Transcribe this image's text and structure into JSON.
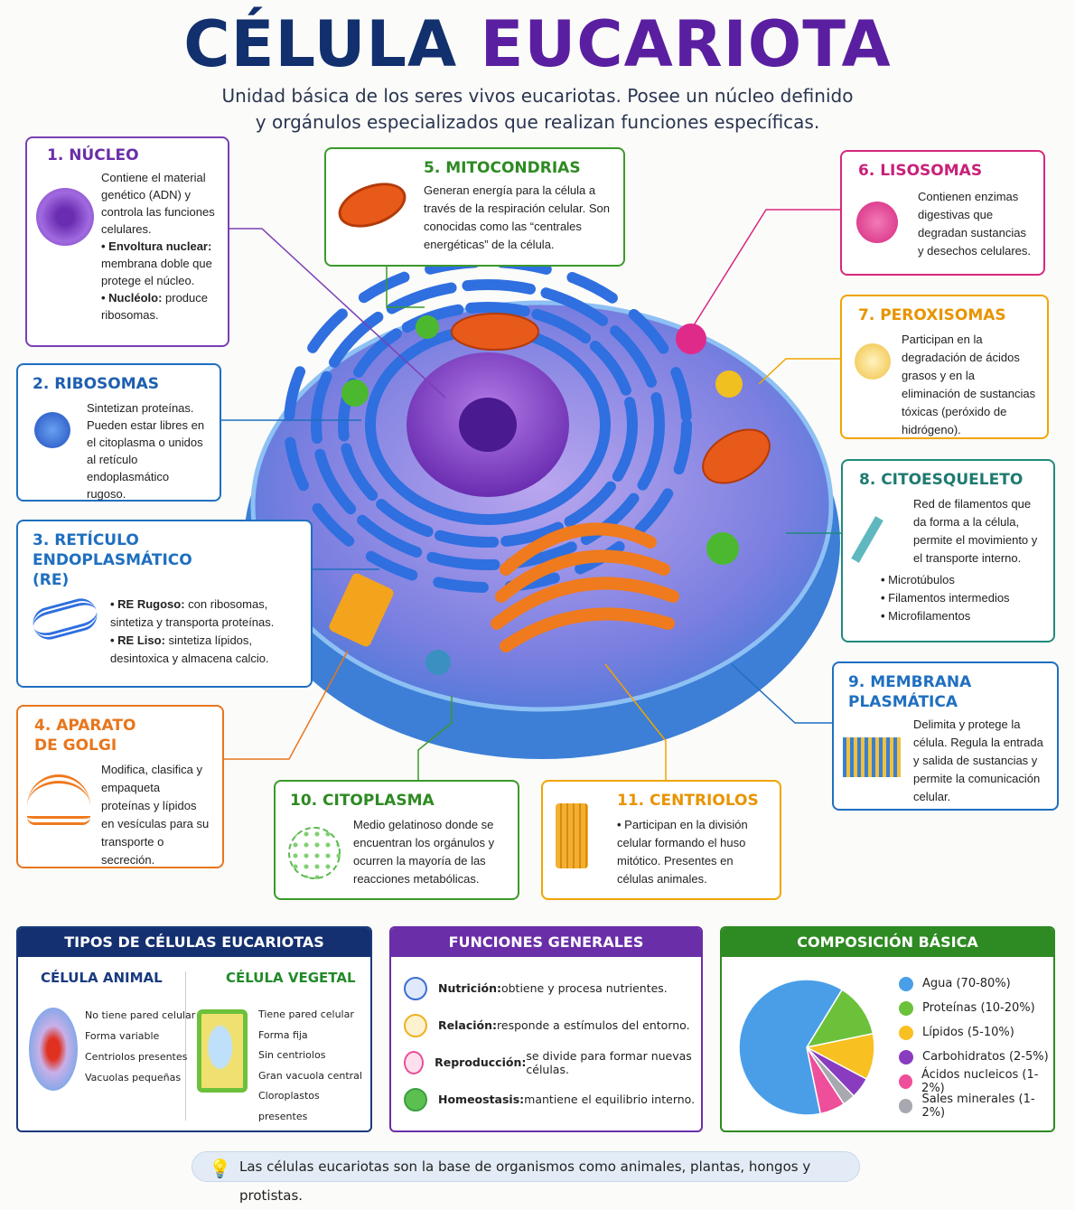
{
  "title": {
    "part1": "CÉLULA",
    "part2": "EUCARIOTA"
  },
  "subtitle": {
    "line1": "Unidad básica de los seres vivos eucariotas. Posee un núcleo definido",
    "line2": "y orgánulos especializados que realizan funciones específicas."
  },
  "organelles": {
    "nucleo": {
      "title": "1. NÚCLEO",
      "text": "Contiene el material genético (ADN) y controla las funciones celulares.",
      "bullets": [
        {
          "b": "Envoltura nuclear:",
          "t": " membrana doble que protege el núcleo."
        },
        {
          "b": "Nucléolo:",
          "t": " produce ribosomas."
        }
      ]
    },
    "ribosomas": {
      "title": "2. RIBOSOMAS",
      "text": "Sintetizan proteínas. Pueden estar libres en el citoplasma o unidos al retículo endoplasmático rugoso."
    },
    "re": {
      "title": "3. RETÍCULO ENDOPLASMÁTICO (RE)",
      "bullets": [
        {
          "b": "RE Rugoso:",
          "t": " con ribosomas, sintetiza y transporta proteínas."
        },
        {
          "b": "RE Liso:",
          "t": " sintetiza lípidos, desintoxica y almacena calcio."
        }
      ]
    },
    "golgi": {
      "title": "4. APARATO DE GOLGI",
      "text": "Modifica, clasifica y empaqueta proteínas y lípidos en vesículas para su transporte o secreción."
    },
    "mitocondrias": {
      "title": "5. MITOCONDRIAS",
      "text": "Generan energía para la célula a través de la respiración celular. Son conocidas como las “centrales energéticas” de la célula."
    },
    "lisosomas": {
      "title": "6. LISOSOMAS",
      "text": "Contienen enzimas digestivas que degradan sustancias y desechos celulares."
    },
    "peroxisomas": {
      "title": "7. PEROXISOMAS",
      "text": "Participan en la degradación de ácidos grasos y en la eliminación de sustancias tóxicas (peróxido de hidrógeno)."
    },
    "citoesqueleto": {
      "title": "8. CITOESQUELETO",
      "text": "Red de filamentos que da forma a la célula, permite el movimiento y el transporte interno.",
      "bullets": [
        "Microtúbulos",
        "Filamentos intermedios",
        "Microfilamentos"
      ]
    },
    "membrana": {
      "title": "9. MEMBRANA PLASMÁTICA",
      "text": "Delimita y protege la célula. Regula la entrada y salida de sustancias y permite la comunicación celular."
    },
    "citoplasma": {
      "title": "10. CITOPLASMA",
      "text": "Medio gelatinoso donde se encuentran los orgánulos y ocurren la mayoría de las reacciones metabólicas."
    },
    "centriolos": {
      "title": "11. CENTRIOLOS",
      "text": "Participan en la división celular formando el huso mitótico. Presentes en células animales."
    }
  },
  "tipos": {
    "header": "TIPOS DE CÉLULAS EUCARIOTAS",
    "animal": {
      "title": "CÉLULA ANIMAL",
      "items": [
        "No tiene pared celular",
        "Forma variable",
        "Centriolos presentes",
        "Vacuolas pequeñas"
      ]
    },
    "vegetal": {
      "title": "CÉLULA VEGETAL",
      "items": [
        "Tiene pared celular",
        "Forma fija",
        "Sin centriolos",
        "Gran vacuola central",
        "Cloroplastos presentes"
      ]
    }
  },
  "funciones": {
    "header": "FUNCIONES GENERALES",
    "items": [
      {
        "b": "Nutrición:",
        "t": " obtiene y procesa nutrientes.",
        "color": "#3b6fd0"
      },
      {
        "b": "Relación:",
        "t": " responde a estímulos del entorno.",
        "color": "#f0b020"
      },
      {
        "b": "Reproducción:",
        "t": " se divide para formar nuevas células.",
        "color": "#e8509a"
      },
      {
        "b": "Homeostasis:",
        "t": " mantiene el equilibrio interno.",
        "color": "#3aa040"
      }
    ]
  },
  "chart_data": {
    "type": "pie",
    "title": "COMPOSICIÓN BÁSICA",
    "labels": [
      "Agua (70-80%)",
      "Proteínas (10-20%)",
      "Lípidos (5-10%)",
      "Carbohidratos (2-5%)",
      "Ácidos nucleicos (1-2%)",
      "Sales minerales (1-2%)"
    ],
    "values": [
      62,
      13,
      11,
      5,
      6,
      3
    ],
    "colors": [
      "#4a9ee8",
      "#6cc13a",
      "#f8c020",
      "#8a3cc0",
      "#ee4f9a",
      "#a8a8b0"
    ],
    "legend": "right"
  },
  "footer": "Las células eucariotas son la base de organismos como animales, plantas, hongos y protistas."
}
